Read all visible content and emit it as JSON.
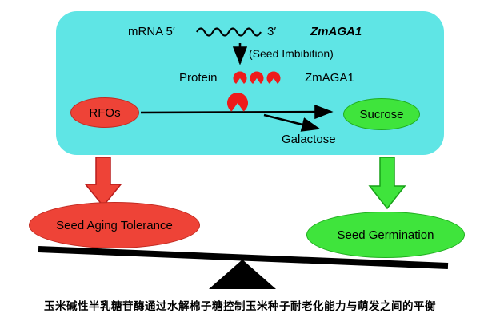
{
  "diagram": {
    "mrna_label": "mRNA 5′",
    "mrna_end_label": "3′",
    "gene_name": "ZmAGA1",
    "imbibition": "(Seed Imbibition)",
    "protein_label": "Protein",
    "protein_name": "ZmAGA1",
    "rfos": "RFOs",
    "sucrose": "Sucrose",
    "galactose": "Galactose",
    "seed_aging_tolerance": "Seed Aging Tolerance",
    "seed_germination": "Seed Germination"
  },
  "caption": "玉米碱性半乳糖苷酶通过水解棉子糖控制玉米种子耐老化能力与萌发之间的平衡",
  "colors": {
    "box_bg": "#5fe5e5",
    "red": "#ee4337",
    "green": "#3fe43c",
    "enzyme_red": "#ee1b1b",
    "line_black": "#000000"
  },
  "icons": {
    "wave": "mrna-wave-icon",
    "enzyme": "enzyme-pacman-icon",
    "arrows": [
      "imbibition-arrow",
      "hydrolysis-arrow",
      "galactose-arrow",
      "tolerance-block-arrow",
      "germination-block-arrow"
    ],
    "seesaw": [
      "seesaw-beam",
      "seesaw-fulcrum"
    ]
  }
}
